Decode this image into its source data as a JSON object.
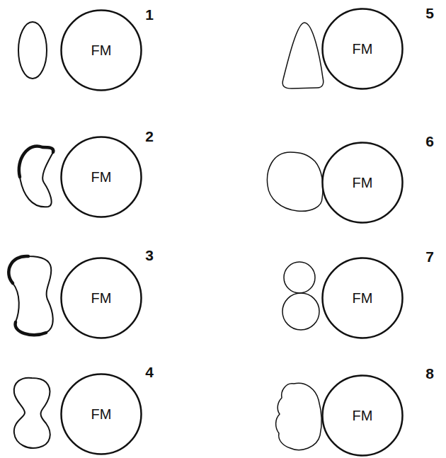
{
  "diagram": {
    "nodes": [
      {
        "text": [
          "FM"
        ]
      },
      {
        "text": [
          "FM"
        ]
      },
      {
        "text": [
          "FM"
        ]
      },
      {
        "text": [
          "FM"
        ]
      },
      {
        "text": [
          "FM"
        ]
      },
      {
        "text": [
          "FM"
        ]
      },
      {
        "text": [
          "FM"
        ]
      },
      {
        "text": [
          "FM"
        ]
      }
    ],
    "labels": [
      "1",
      "5",
      "2",
      "6",
      "3",
      "7",
      "4",
      "8"
    ]
  }
}
